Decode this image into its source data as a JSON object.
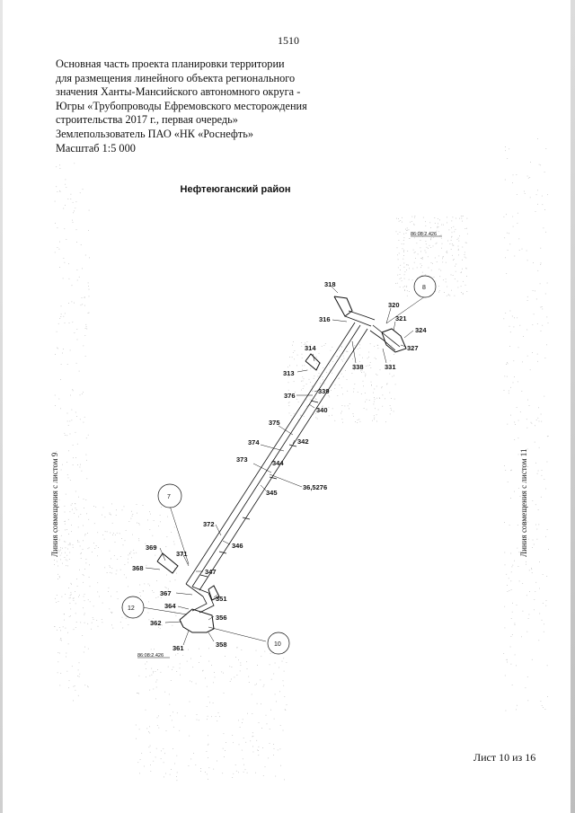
{
  "page": {
    "number": "1510"
  },
  "header": {
    "lines": [
      "Основная часть проекта планировки территории",
      "для размещения линейного объекта регионального",
      "значения Ханты-Мансийского автономного округа -",
      "Югры «Трубопроводы Ефремовского месторождения",
      "строительства 2017 г., первая очередь»",
      "Землепользователь ПАО «НК «Роснефть»",
      "Масштаб 1:5 000"
    ]
  },
  "district": "Нефтеюганский район",
  "side_labels": {
    "left": "Линия совмещения с листом 9",
    "right": "Линия совмещения с листом 11"
  },
  "map": {
    "cadastral_top": "86:08:2.426",
    "cadastral_bottom": "86:08:2.426",
    "sheet_circles": [
      "8",
      "7",
      "12",
      "10"
    ],
    "point_labels": [
      "318",
      "320",
      "321",
      "324",
      "327",
      "331",
      "316",
      "338",
      "314",
      "313",
      "339",
      "376",
      "340",
      "375",
      "342",
      "374",
      "344",
      "373",
      "36,5276",
      "345",
      "372",
      "346",
      "369",
      "371",
      "347",
      "368",
      "367",
      "351",
      "364",
      "356",
      "362",
      "361",
      "358"
    ]
  },
  "footer": {
    "sheet": "Лист 10 из 16"
  },
  "colors": {
    "ink": "#111111",
    "speckle": "#bdbdbd"
  }
}
